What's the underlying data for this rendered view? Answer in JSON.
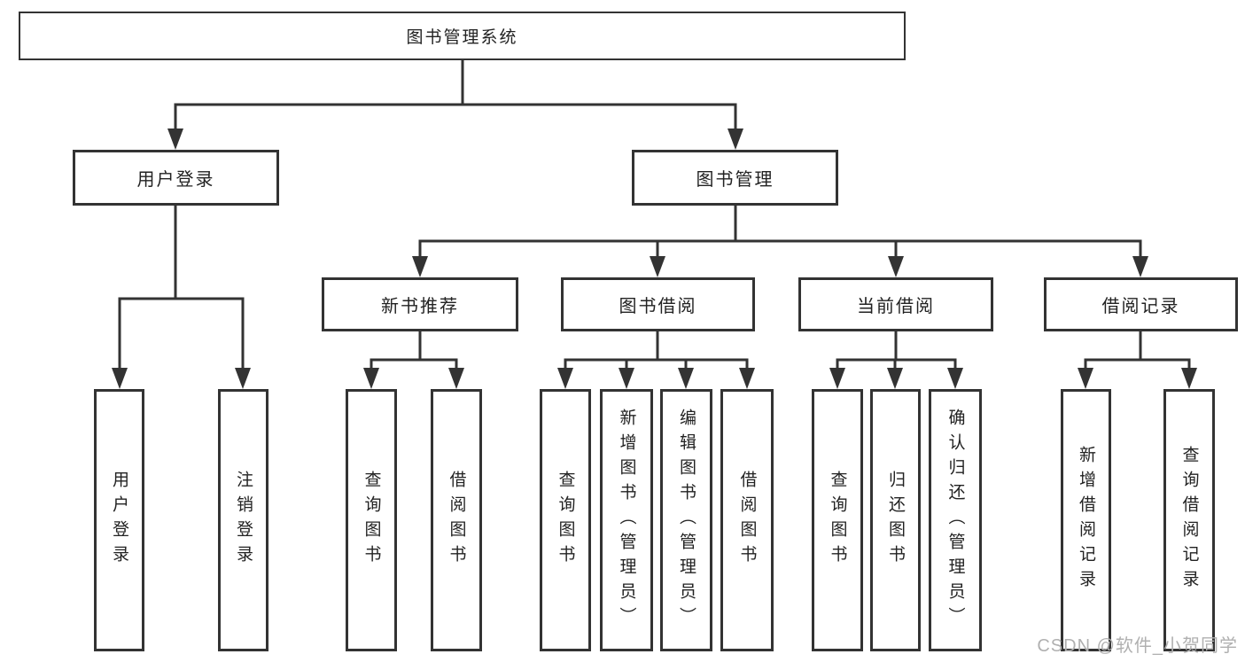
{
  "diagram": {
    "root": {
      "label": "图书管理系统"
    },
    "level2": [
      {
        "label": "用户登录"
      },
      {
        "label": "图书管理"
      }
    ],
    "level3": [
      {
        "label": "新书推荐"
      },
      {
        "label": "图书借阅"
      },
      {
        "label": "当前借阅"
      },
      {
        "label": "借阅记录"
      }
    ],
    "leaves": {
      "user_login": [
        "用户登录",
        "注销登录"
      ],
      "new_book": [
        "查询图书",
        "借阅图书"
      ],
      "book_borrow": [
        "查询图书",
        "新增图书（管理员）",
        "编辑图书（管理员）",
        "借阅图书"
      ],
      "current_borrow": [
        "查询图书",
        "归还图书",
        "确认归还（管理员）"
      ],
      "borrow_record": [
        "新增借阅记录",
        "查询借阅记录"
      ]
    }
  },
  "watermark": {
    "text": "CSDN @软件_小贺同学"
  },
  "colors": {
    "line": "#333333",
    "box_border": "#333333",
    "text": "#222222",
    "watermark": "#b0b0b0",
    "background": "#ffffff"
  }
}
